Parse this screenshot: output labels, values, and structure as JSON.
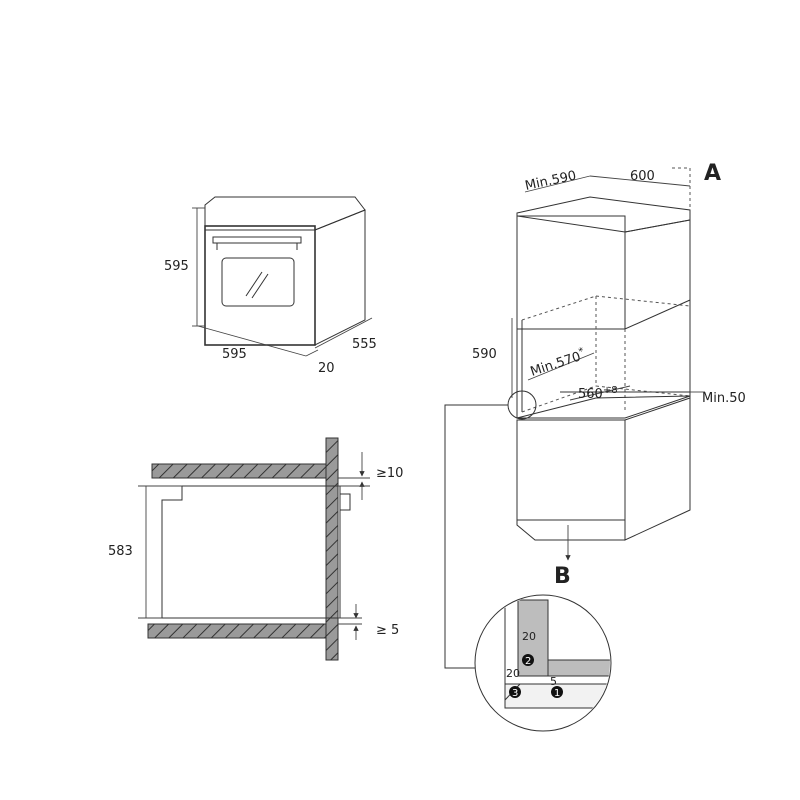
{
  "oven_dims": {
    "height": "595",
    "width": "595",
    "depth": "555",
    "front": "20"
  },
  "cabinet_dims": {
    "min_depth": "Min.590",
    "width": "600",
    "height": "590",
    "inner_depth": "Min.570",
    "inner_depth_sup": "*",
    "inner_width": "560",
    "inner_width_sup": "+8",
    "side_gap": "Min.50",
    "label_a": "A",
    "label_b": "B"
  },
  "section_dims": {
    "height": "583",
    "top_gap": "≥10",
    "bottom_gap": "≥ 5"
  },
  "detail": {
    "d1": "20",
    "d2": "20",
    "d3": "5",
    "mark1": "1",
    "mark2": "2",
    "mark3": "3"
  }
}
